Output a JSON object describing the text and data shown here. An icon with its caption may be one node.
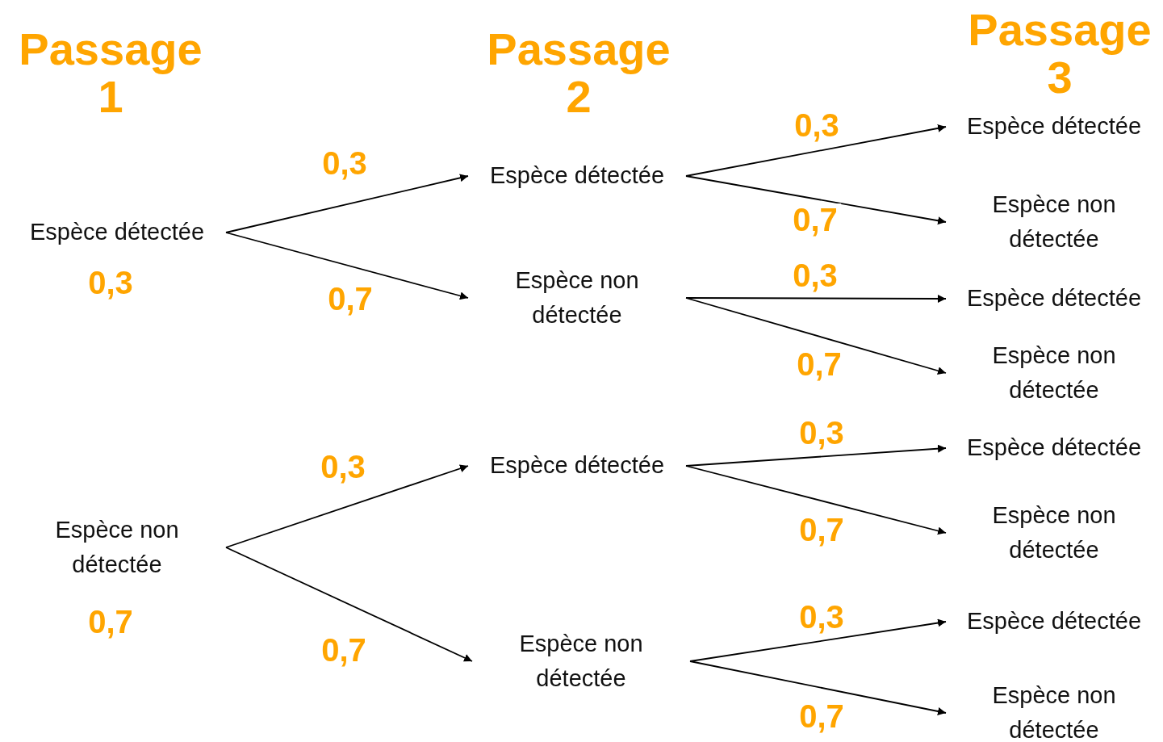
{
  "diagram": {
    "nodes": [
      {
        "text": [
          "Espèce détectée"
        ],
        "beside": [
          "0,3"
        ]
      },
      {
        "text": [
          "Espèce non détectée"
        ],
        "beside": [
          "0,7"
        ]
      },
      {
        "text": [
          "Espèce détectée"
        ]
      },
      {
        "text": [
          "Espèce non détectée"
        ]
      },
      {
        "text": [
          "Espèce détectée"
        ]
      },
      {
        "text": [
          "Espèce non détectée"
        ]
      },
      {
        "text": [
          "Espèce détectée"
        ]
      },
      {
        "text": [
          "Espèce non détectée"
        ]
      },
      {
        "text": [
          "Espèce détectée"
        ]
      },
      {
        "text": [
          "Espèce non détectée"
        ]
      },
      {
        "text": [
          "Espèce détectée"
        ]
      },
      {
        "text": [
          "Espèce non détectée"
        ]
      },
      {
        "text": [
          "Espèce détectée"
        ]
      },
      {
        "text": [
          "Espèce non détectée"
        ]
      }
    ],
    "edges": [
      {
        "from": 0,
        "to": 2,
        "arrow": "to",
        "label": "0,3"
      },
      {
        "from": 0,
        "to": 3,
        "arrow": "to",
        "label": "0,7"
      },
      {
        "from": 1,
        "to": 4,
        "arrow": "to",
        "label": "0,3"
      },
      {
        "from": 1,
        "to": 5,
        "arrow": "to",
        "label": "0,7"
      },
      {
        "from": 2,
        "to": 6,
        "arrow": "to",
        "label": "0,3"
      },
      {
        "from": 2,
        "to": 7,
        "arrow": "to",
        "label": "0,7"
      },
      {
        "from": 3,
        "to": 8,
        "arrow": "to",
        "label": "0,3"
      },
      {
        "from": 3,
        "to": 9,
        "arrow": "to",
        "label": "0,7"
      },
      {
        "from": 4,
        "to": 10,
        "arrow": "to",
        "label": "0,3"
      },
      {
        "from": 4,
        "to": 11,
        "arrow": "to",
        "label": "0,7"
      },
      {
        "from": 5,
        "to": 12,
        "arrow": "to",
        "label": "0,3"
      },
      {
        "from": 5,
        "to": 13,
        "arrow": "to",
        "label": "0,7"
      }
    ],
    "labels": [
      "Passage 1",
      "Passage 2",
      "Passage 3"
    ]
  }
}
